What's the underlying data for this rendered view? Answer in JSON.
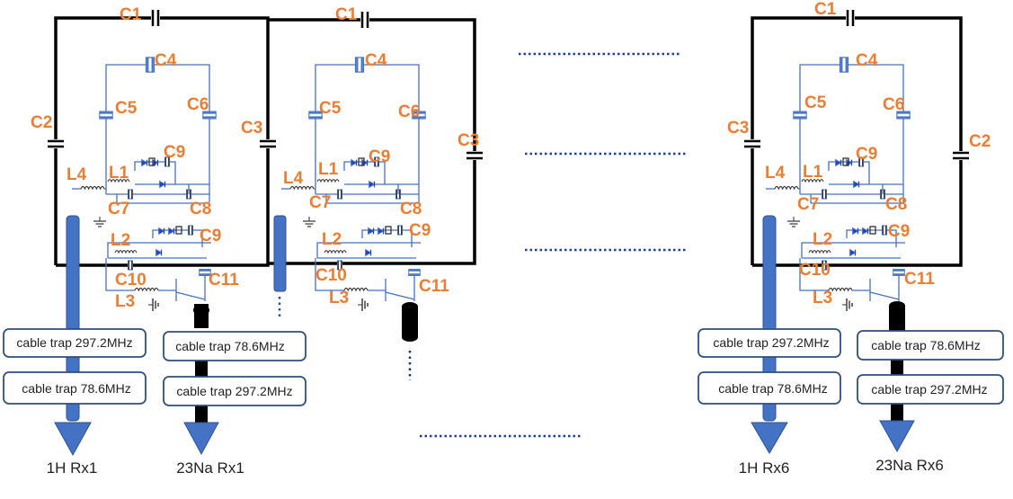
{
  "labels": {
    "c1": "C1",
    "c2": "C2",
    "c3": "C3",
    "c4": "C4",
    "c5": "C5",
    "c6": "C6",
    "c7": "C7",
    "c8": "C8",
    "c9": "C9",
    "c10": "C10",
    "c11": "C11",
    "l1": "L1",
    "l2": "L2",
    "l3": "L3",
    "l4": "L4"
  },
  "traps": {
    "blue_first": "cable trap 297.2MHz",
    "blue_second": "cable trap 78.6MHz",
    "black_first": "cable trap 78.6MHz",
    "black_second": "cable trap 297.2MHz"
  },
  "outputs": {
    "h1_rx1": "1H Rx1",
    "na_rx1": "23Na Rx1",
    "h1_rx6": "1H Rx6",
    "na_rx6": "23Na Rx6"
  },
  "colors": {
    "outer_loop": "#000000",
    "inner_circuit": "#4472C4",
    "labels": "#ED7D31",
    "blue_cable": "#4472C4",
    "black_cable": "#000000",
    "box_border": "#2F4F7F"
  }
}
